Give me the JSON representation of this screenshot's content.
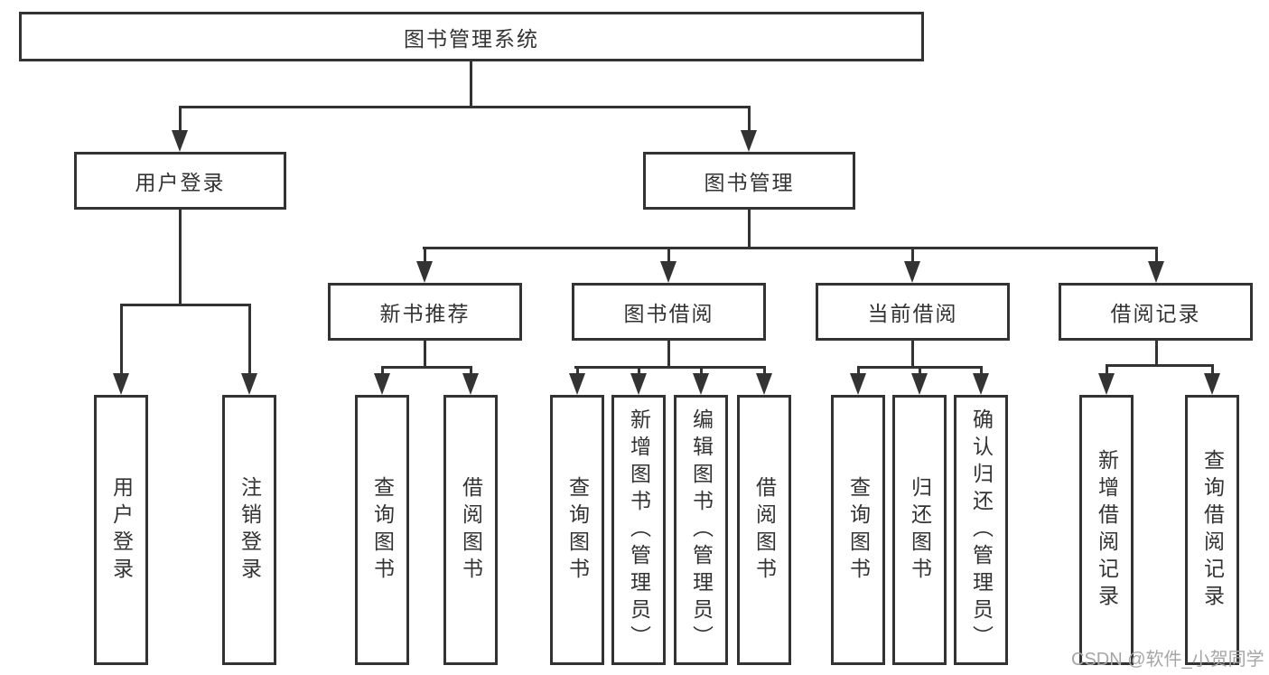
{
  "diagram": {
    "root": {
      "label": "图书管理系统",
      "children": [
        {
          "label": "用户登录",
          "children": [
            {
              "label": "用户登录"
            },
            {
              "label": "注销登录"
            }
          ]
        },
        {
          "label": "图书管理",
          "children": [
            {
              "label": "新书推荐",
              "children": [
                {
                  "label": "查询图书"
                },
                {
                  "label": "借阅图书"
                }
              ]
            },
            {
              "label": "图书借阅",
              "children": [
                {
                  "label": "查询图书"
                },
                {
                  "label": "新增图书（管理员）"
                },
                {
                  "label": "编辑图书（管理员）"
                },
                {
                  "label": "借阅图书"
                }
              ]
            },
            {
              "label": "当前借阅",
              "children": [
                {
                  "label": "查询图书"
                },
                {
                  "label": "归还图书"
                },
                {
                  "label": "确认归还（管理员）"
                }
              ]
            },
            {
              "label": "借阅记录",
              "children": [
                {
                  "label": "新增借阅记录"
                },
                {
                  "label": "查询借阅记录"
                }
              ]
            }
          ]
        }
      ]
    },
    "watermark": "CSDN @软件_小贺同学",
    "colors": {
      "line": "#333333",
      "text": "#333333",
      "watermark": "#a6a6a6",
      "background": "#ffffff"
    }
  }
}
